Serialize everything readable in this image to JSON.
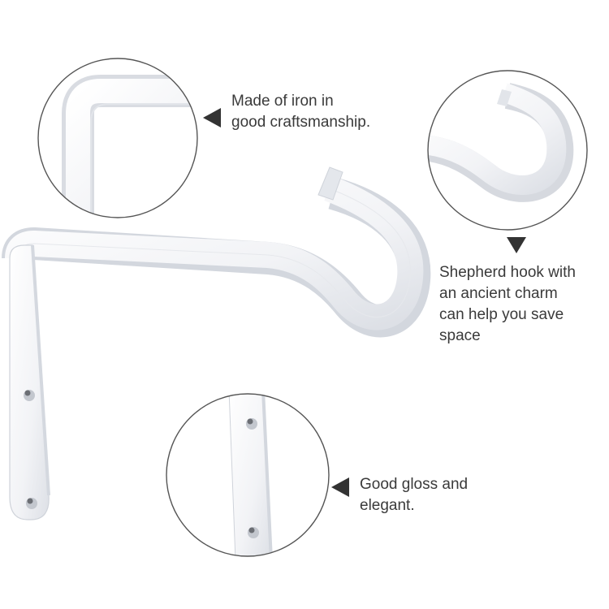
{
  "callouts": {
    "iron": {
      "lines": [
        "Made of iron in",
        "good craftsmanship."
      ]
    },
    "hook": {
      "lines": [
        "Shepherd hook with",
        "an ancient charm",
        "can help you save",
        "space"
      ]
    },
    "gloss": {
      "lines": [
        "Good gloss and",
        "elegant."
      ]
    }
  },
  "colors": {
    "background": "#ffffff",
    "metal": "#f5f6f8",
    "metal_shadow": "#d9dce2",
    "outline": "#c8ccd3",
    "circle_border": "#555555",
    "arrow": "#333333",
    "text": "#3a3a3a"
  },
  "icons": {
    "arrow": "black-triangle-pointer"
  }
}
